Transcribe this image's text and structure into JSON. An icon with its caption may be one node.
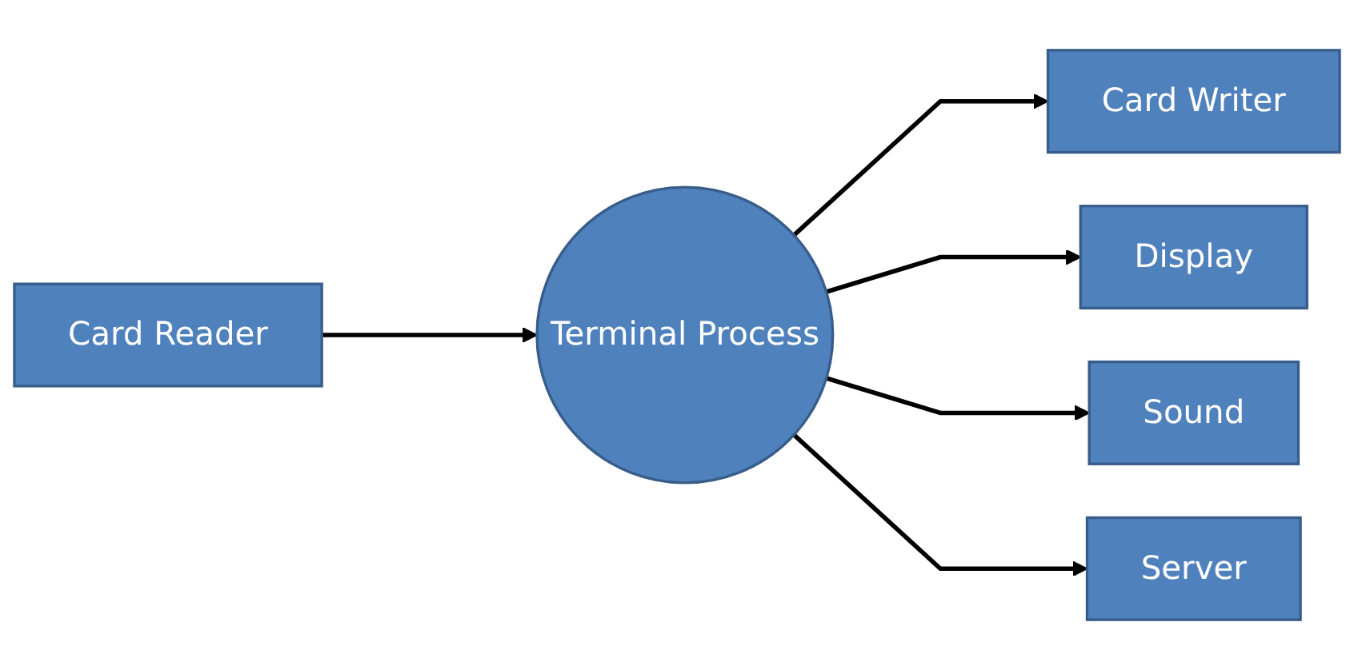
{
  "diagram": {
    "nodes": [
      {
        "text": [
          "Card Reader"
        ]
      },
      {
        "text": [
          "Terminal Process"
        ]
      },
      {
        "text": [
          "Card Writer"
        ]
      },
      {
        "text": [
          "Display"
        ]
      },
      {
        "text": [
          "Sound"
        ]
      },
      {
        "text": [
          "Server"
        ]
      }
    ],
    "edges": [
      {
        "from": 0,
        "to": 1,
        "arrow": "to"
      },
      {
        "from": 1,
        "to": 2,
        "arrow": "to"
      },
      {
        "from": 1,
        "to": 3,
        "arrow": "to"
      },
      {
        "from": 1,
        "to": 4,
        "arrow": "to"
      },
      {
        "from": 1,
        "to": 5,
        "arrow": "to"
      }
    ]
  }
}
